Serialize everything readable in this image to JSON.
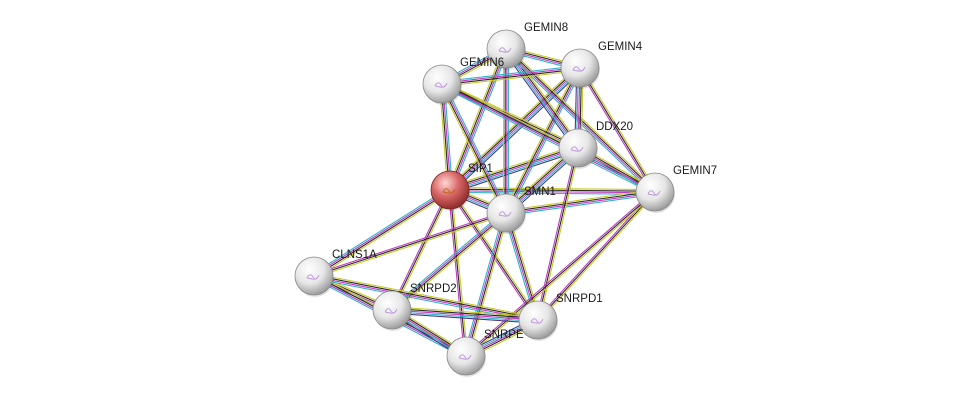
{
  "network": {
    "query_color": "#c0504d",
    "node_color": "#e6e6e6",
    "evidence_colors": [
      "#c8c82a",
      "#2a2a2a",
      "#c23bc2",
      "#2db5c7",
      "#4a3a8a"
    ],
    "nodes": [
      {
        "id": "SIP1",
        "label": "SIP1",
        "query": true
      },
      {
        "id": "SMN1",
        "label": "SMN1",
        "query": false
      },
      {
        "id": "GEMIN8",
        "label": "GEMIN8",
        "query": false
      },
      {
        "id": "GEMIN4",
        "label": "GEMIN4",
        "query": false
      },
      {
        "id": "GEMIN6",
        "label": "GEMIN6",
        "query": false
      },
      {
        "id": "DDX20",
        "label": "DDX20",
        "query": false
      },
      {
        "id": "GEMIN7",
        "label": "GEMIN7",
        "query": false
      },
      {
        "id": "CLNS1A",
        "label": "CLNS1A",
        "query": false
      },
      {
        "id": "SNRPD2",
        "label": "SNRPD2",
        "query": false
      },
      {
        "id": "SNRPD1",
        "label": "SNRPD1",
        "query": false
      },
      {
        "id": "SNRPE",
        "label": "SNRPE",
        "query": false
      }
    ],
    "edges": [
      {
        "a": "SIP1",
        "b": "SMN1",
        "ev": 5
      },
      {
        "a": "SIP1",
        "b": "GEMIN8",
        "ev": 4
      },
      {
        "a": "SIP1",
        "b": "GEMIN4",
        "ev": 5
      },
      {
        "a": "SIP1",
        "b": "GEMIN6",
        "ev": 4
      },
      {
        "a": "SIP1",
        "b": "DDX20",
        "ev": 5
      },
      {
        "a": "SIP1",
        "b": "GEMIN7",
        "ev": 4
      },
      {
        "a": "SIP1",
        "b": "CLNS1A",
        "ev": 4
      },
      {
        "a": "SIP1",
        "b": "SNRPD2",
        "ev": 3
      },
      {
        "a": "SIP1",
        "b": "SNRPD1",
        "ev": 3
      },
      {
        "a": "SIP1",
        "b": "SNRPE",
        "ev": 3
      },
      {
        "a": "SMN1",
        "b": "GEMIN8",
        "ev": 4
      },
      {
        "a": "SMN1",
        "b": "GEMIN4",
        "ev": 4
      },
      {
        "a": "SMN1",
        "b": "GEMIN6",
        "ev": 4
      },
      {
        "a": "SMN1",
        "b": "DDX20",
        "ev": 5
      },
      {
        "a": "SMN1",
        "b": "GEMIN7",
        "ev": 4
      },
      {
        "a": "SMN1",
        "b": "CLNS1A",
        "ev": 3
      },
      {
        "a": "SMN1",
        "b": "SNRPD2",
        "ev": 4
      },
      {
        "a": "SMN1",
        "b": "SNRPD1",
        "ev": 4
      },
      {
        "a": "SMN1",
        "b": "SNRPE",
        "ev": 4
      },
      {
        "a": "GEMIN8",
        "b": "GEMIN4",
        "ev": 4
      },
      {
        "a": "GEMIN8",
        "b": "GEMIN6",
        "ev": 4
      },
      {
        "a": "GEMIN8",
        "b": "DDX20",
        "ev": 5
      },
      {
        "a": "GEMIN8",
        "b": "GEMIN7",
        "ev": 4
      },
      {
        "a": "GEMIN4",
        "b": "GEMIN6",
        "ev": 4
      },
      {
        "a": "GEMIN4",
        "b": "DDX20",
        "ev": 5
      },
      {
        "a": "GEMIN4",
        "b": "GEMIN7",
        "ev": 3
      },
      {
        "a": "GEMIN6",
        "b": "DDX20",
        "ev": 4
      },
      {
        "a": "GEMIN6",
        "b": "GEMIN7",
        "ev": 4
      },
      {
        "a": "DDX20",
        "b": "GEMIN7",
        "ev": 4
      },
      {
        "a": "DDX20",
        "b": "SNRPD1",
        "ev": 3
      },
      {
        "a": "GEMIN7",
        "b": "SNRPD1",
        "ev": 3
      },
      {
        "a": "GEMIN7",
        "b": "SNRPE",
        "ev": 3
      },
      {
        "a": "CLNS1A",
        "b": "SNRPD2",
        "ev": 4
      },
      {
        "a": "CLNS1A",
        "b": "SNRPD1",
        "ev": 4
      },
      {
        "a": "CLNS1A",
        "b": "SNRPE",
        "ev": 4
      },
      {
        "a": "SNRPD2",
        "b": "SNRPD1",
        "ev": 5
      },
      {
        "a": "SNRPD2",
        "b": "SNRPE",
        "ev": 5
      },
      {
        "a": "SNRPD1",
        "b": "SNRPE",
        "ev": 5
      }
    ]
  }
}
